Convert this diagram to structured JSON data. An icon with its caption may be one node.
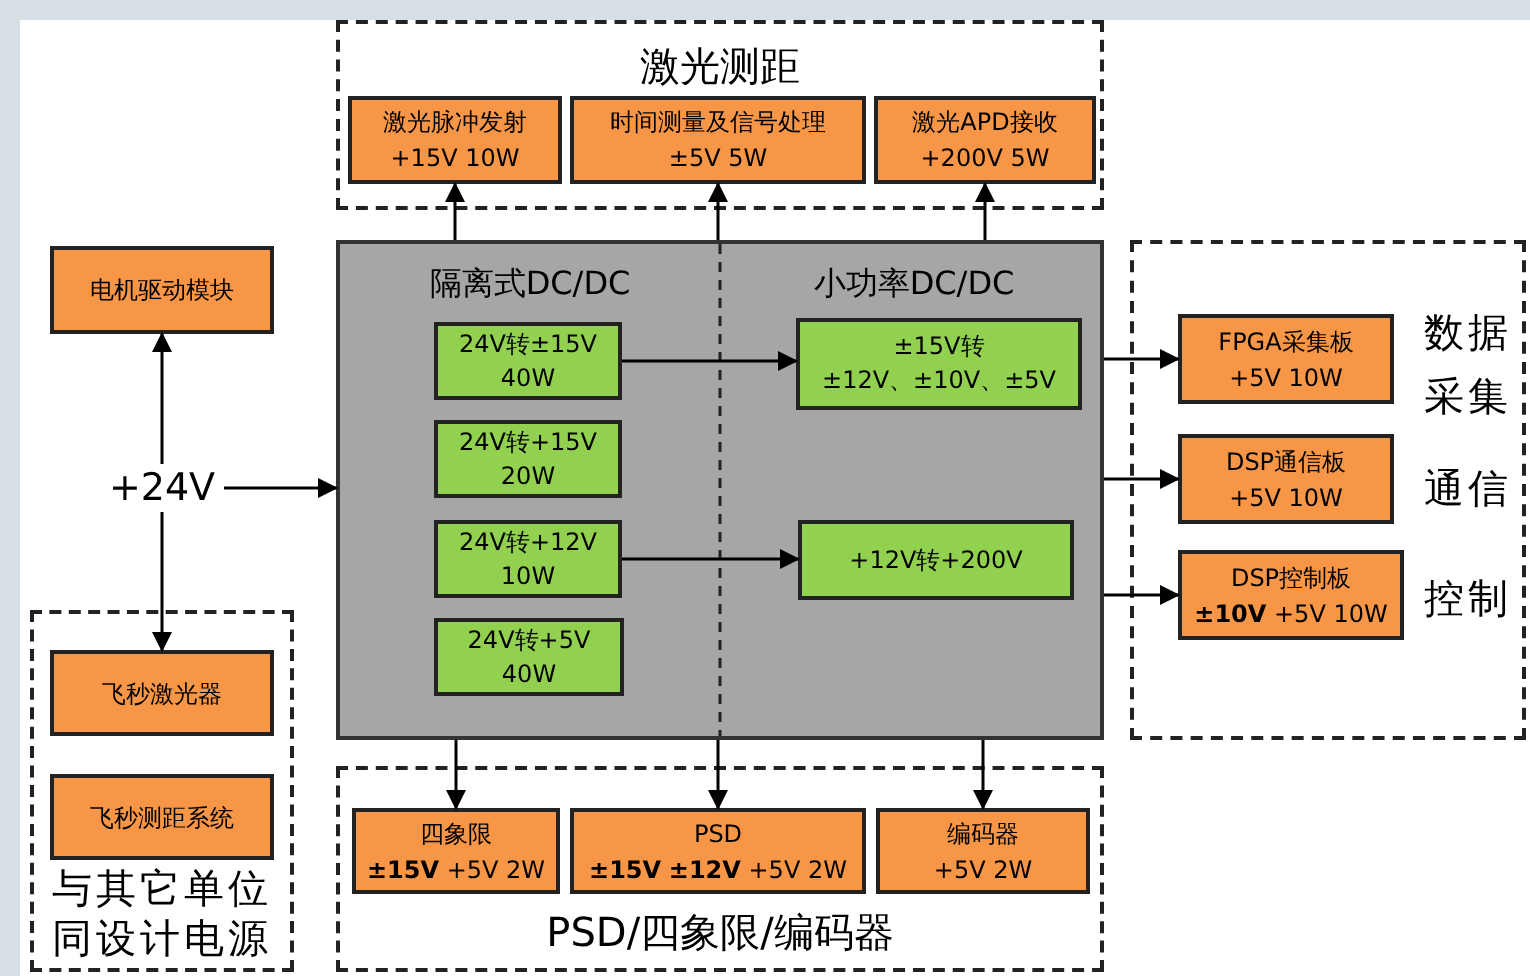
{
  "diagram": {
    "nodes": [
      {
        "text": [
          "激光测距"
        ]
      },
      {
        "text": [
          "激光脉冲发射",
          "+15V 10W"
        ],
        "in": 0
      },
      {
        "text": [
          "时间测量及信号处理",
          "±5V 5W"
        ],
        "in": 0
      },
      {
        "text": [
          "激光APD接收",
          "+200V 5W"
        ],
        "in": 0
      },
      {
        "text": [
          "电机驱动模块"
        ]
      },
      {
        "text": [
          "+24V"
        ]
      },
      {
        "text": [
          "隔离式DC/DC",
          "小功率DC/DC"
        ]
      },
      {
        "text": [
          "24V转±15V",
          "40W"
        ],
        "in": 6
      },
      {
        "text": [
          "24V转+15V",
          "20W"
        ],
        "in": 6
      },
      {
        "text": [
          "24V转+12V",
          "10W"
        ],
        "in": 6
      },
      {
        "text": [
          "24V转+5V",
          "40W"
        ],
        "in": 6
      },
      {
        "text": [
          "±15V转",
          "±12V、±10V、±5V"
        ],
        "in": 6
      },
      {
        "text": [
          "+12V转+200V"
        ],
        "in": 6
      },
      {
        "text": [],
        "shape": "box"
      },
      {
        "text": [
          "FPGA采集板",
          "+5V 10W"
        ],
        "in": 13,
        "beside": [
          "数据采集"
        ]
      },
      {
        "text": [
          "DSP通信板",
          "+5V 10W"
        ],
        "in": 13,
        "beside": [
          "通信"
        ]
      },
      {
        "text": [
          "DSP控制板",
          "**±10V** +5V 10W"
        ],
        "in": 13,
        "beside": [
          "控制"
        ]
      },
      {
        "text": [
          "与其它单位同设计电源"
        ]
      },
      {
        "text": [
          "飞秒激光器"
        ],
        "in": 17
      },
      {
        "text": [
          "飞秒测距系统"
        ],
        "in": 17
      },
      {
        "text": [
          "PSD/四象限/编码器"
        ]
      },
      {
        "text": [
          "四象限",
          "**±15V** +5V 2W"
        ],
        "in": 20
      },
      {
        "text": [
          "PSD",
          "**±15V** **±12V** +5V 2W"
        ],
        "in": 20
      },
      {
        "text": [
          "编码器",
          "+5V 2W"
        ],
        "in": 20
      }
    ],
    "edges": [
      {
        "from": 6,
        "to": 1,
        "arrow": "to"
      },
      {
        "from": 6,
        "to": 2,
        "arrow": "to"
      },
      {
        "from": 6,
        "to": 3,
        "arrow": "to"
      },
      {
        "from": 5,
        "to": 4,
        "arrow": "to"
      },
      {
        "from": 5,
        "to": 18,
        "arrow": "to"
      },
      {
        "from": 5,
        "to": 6,
        "arrow": "to"
      },
      {
        "from": 7,
        "to": 11,
        "arrow": "to"
      },
      {
        "from": 9,
        "to": 12,
        "arrow": "to"
      },
      {
        "from": 6,
        "to": 14,
        "arrow": "to"
      },
      {
        "from": 6,
        "to": 15,
        "arrow": "to"
      },
      {
        "from": 6,
        "to": 16,
        "arrow": "to"
      },
      {
        "from": 6,
        "to": 21,
        "arrow": "to"
      },
      {
        "from": 6,
        "to": 22,
        "arrow": "to"
      },
      {
        "from": 6,
        "to": 23,
        "arrow": "to"
      }
    ]
  }
}
